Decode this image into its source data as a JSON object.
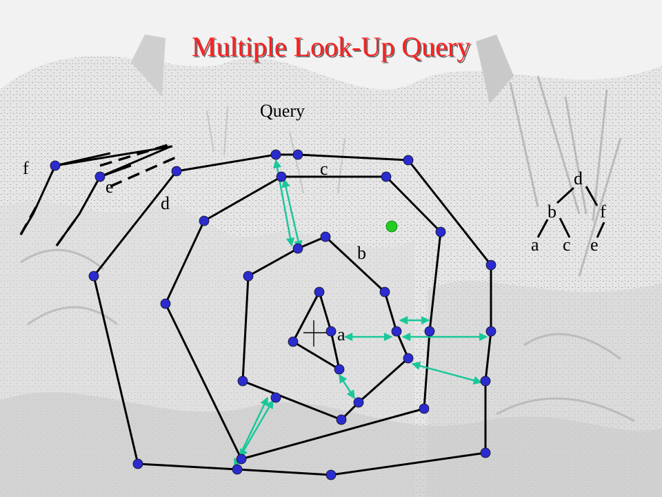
{
  "title": "Multiple Look-Up Query",
  "query_label": "Query",
  "polygon_labels": {
    "a": "a",
    "b": "b",
    "c": "c",
    "d": "d",
    "e": "e",
    "f": "f"
  },
  "tree_labels": {
    "root": "d",
    "left": "b",
    "right": "f",
    "left_left": "a",
    "left_right": "c",
    "right_child": "e"
  },
  "colors": {
    "title": "#ff2020",
    "vertex": "#2b2bd0",
    "arrow": "#19c79a",
    "query_point": "#22cc22",
    "edge": "#000000"
  }
}
